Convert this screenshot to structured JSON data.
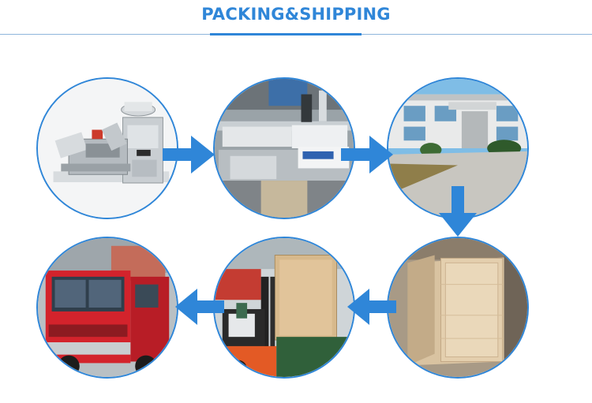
{
  "header": {
    "title": "PACKING&SHIPPING"
  },
  "colors": {
    "accent": "#2f86d8",
    "arrow": "#2f86d8"
  },
  "steps": [
    {
      "name": "machine"
    },
    {
      "name": "workshop"
    },
    {
      "name": "factory"
    },
    {
      "name": "wooden-crate"
    },
    {
      "name": "forklift-loading"
    },
    {
      "name": "truck"
    }
  ]
}
